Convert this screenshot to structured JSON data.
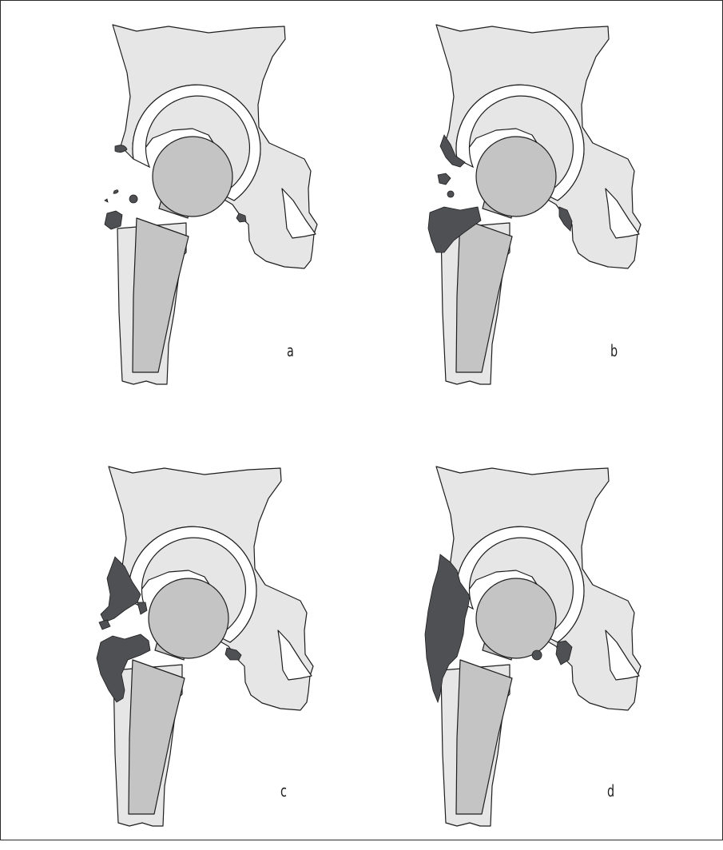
{
  "figure": {
    "colors": {
      "background": "#ffffff",
      "pelvis": "#e6e6e6",
      "prosthesis_head": "#c4c4c4",
      "stem": "#c4c4c4",
      "femur": "#e6e6e6",
      "ossification": "#4f5054",
      "outline": "#1e1e1e",
      "cup_liner": "#ffffff"
    },
    "icons": [
      "pelvis-bone-icon",
      "acetabular-cup-icon",
      "femoral-head-icon",
      "femoral-stem-icon",
      "heterotopic-ossification-icon"
    ],
    "panels": [
      {
        "label": "a",
        "ossification_grade": 1
      },
      {
        "label": "b",
        "ossification_grade": 2
      },
      {
        "label": "c",
        "ossification_grade": 3
      },
      {
        "label": "d",
        "ossification_grade": 4
      }
    ]
  }
}
